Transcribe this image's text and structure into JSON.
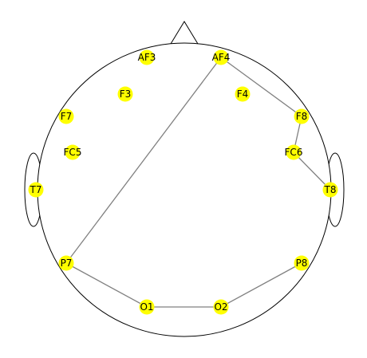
{
  "colors": {
    "node_fill": "#ffff00",
    "edge": "#808080",
    "outline": "#000000",
    "background": "#ffffff"
  },
  "electrodes": [
    {
      "id": "AF3",
      "label": "AF3"
    },
    {
      "id": "AF4",
      "label": "AF4"
    },
    {
      "id": "F3",
      "label": "F3"
    },
    {
      "id": "F4",
      "label": "F4"
    },
    {
      "id": "F7",
      "label": "F7"
    },
    {
      "id": "F8",
      "label": "F8"
    },
    {
      "id": "FC5",
      "label": "FC5"
    },
    {
      "id": "FC6",
      "label": "FC6"
    },
    {
      "id": "T7",
      "label": "T7"
    },
    {
      "id": "T8",
      "label": "T8"
    },
    {
      "id": "P7",
      "label": "P7"
    },
    {
      "id": "P8",
      "label": "P8"
    },
    {
      "id": "O1",
      "label": "O1"
    },
    {
      "id": "O2",
      "label": "O2"
    }
  ],
  "connections": [
    [
      "AF4",
      "F8"
    ],
    [
      "F8",
      "FC6"
    ],
    [
      "FC6",
      "T8"
    ],
    [
      "AF4",
      "P7"
    ],
    [
      "P7",
      "O1"
    ],
    [
      "O1",
      "O2"
    ],
    [
      "O2",
      "P8"
    ]
  ]
}
